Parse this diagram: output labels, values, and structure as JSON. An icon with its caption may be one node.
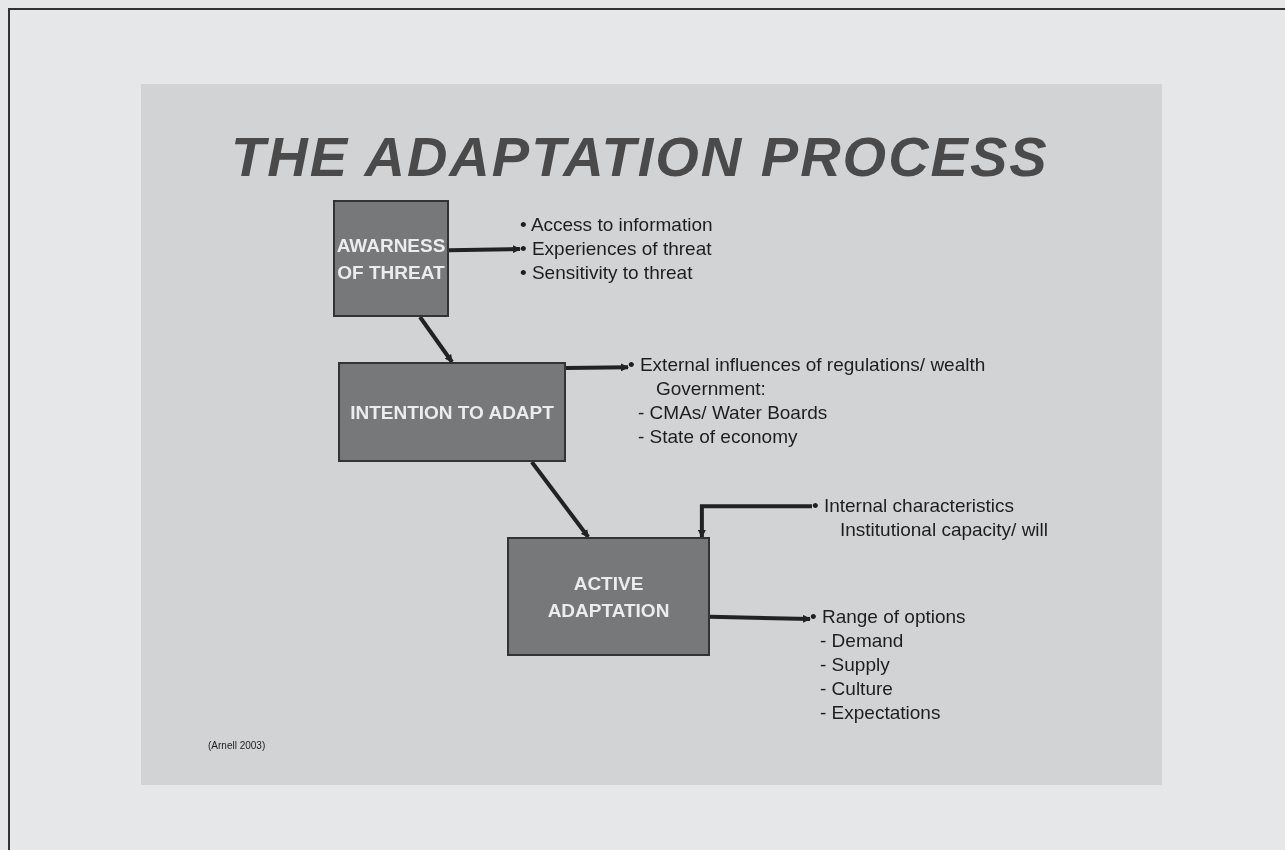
{
  "diagram": {
    "title": "THE ADAPTATION PROCESS",
    "nodes": [
      {
        "text": [
          "AWARNESS OF THREAT"
        ]
      },
      {
        "text": [
          "INTENTION TO ADAPT"
        ]
      },
      {
        "text": [
          "ACTIVE ADAPTATION"
        ]
      },
      {
        "text": [
          "• Access to information",
          "• Experiences of threat",
          "• Sensitivity to threat"
        ]
      },
      {
        "text": [
          "• External influences of regulations/ wealth",
          "Government:",
          "- CMAs/ Water Boards",
          "- State of economy"
        ]
      },
      {
        "text": [
          "• Internal characteristics",
          "Institutional capacity/ will"
        ]
      },
      {
        "text": [
          "• Range of options",
          "- Demand",
          "- Supply",
          "- Culture",
          "- Expectations"
        ]
      }
    ],
    "edges": [
      {
        "from": 0,
        "to": 1,
        "arrow": "to"
      },
      {
        "from": 1,
        "to": 2,
        "arrow": "to"
      },
      {
        "from": 0,
        "to": 3,
        "arrow": "to"
      },
      {
        "from": 1,
        "to": 4,
        "arrow": "to"
      },
      {
        "from": 5,
        "to": 2,
        "arrow": "to"
      },
      {
        "from": 2,
        "to": 6,
        "arrow": "to"
      }
    ],
    "labels": [
      "(Arnell 2003)"
    ]
  }
}
